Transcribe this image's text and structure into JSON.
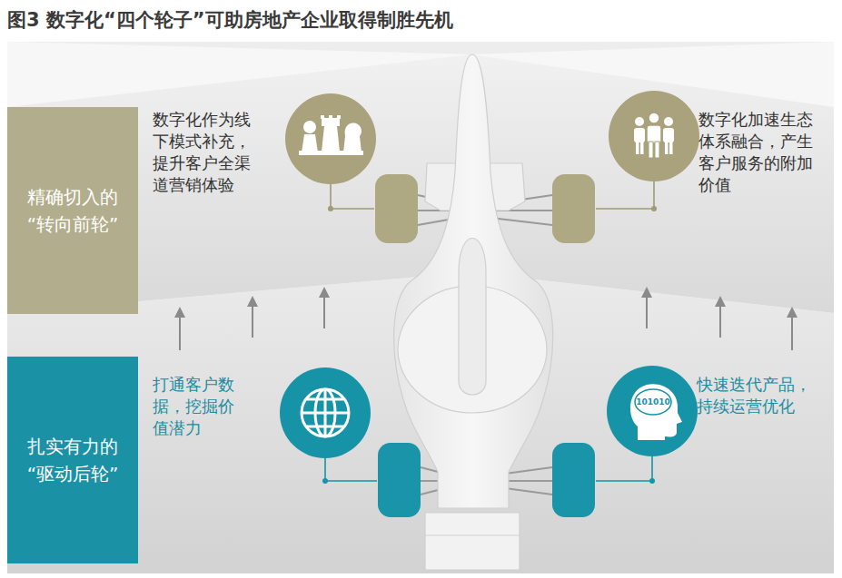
{
  "diagram": {
    "title": "图3 数字化“四个轮子”可助房地产企业取得制胜先机",
    "nodes": [
      {
        "text": [
          "精确切入的 “转向前轮”"
        ]
      },
      {
        "text": [
          "扎实有力的 “驱动后轮”"
        ]
      }
    ],
    "labels": [
      "数字化作为线下模式补充，提升客户全渠道营销体验",
      "数字化加速生态体系融合，产生客户服务的附加价值",
      "打通客户数据，挖掘价值潜力",
      "快速迭代产品，持续运营优化",
      "101010"
    ]
  }
}
